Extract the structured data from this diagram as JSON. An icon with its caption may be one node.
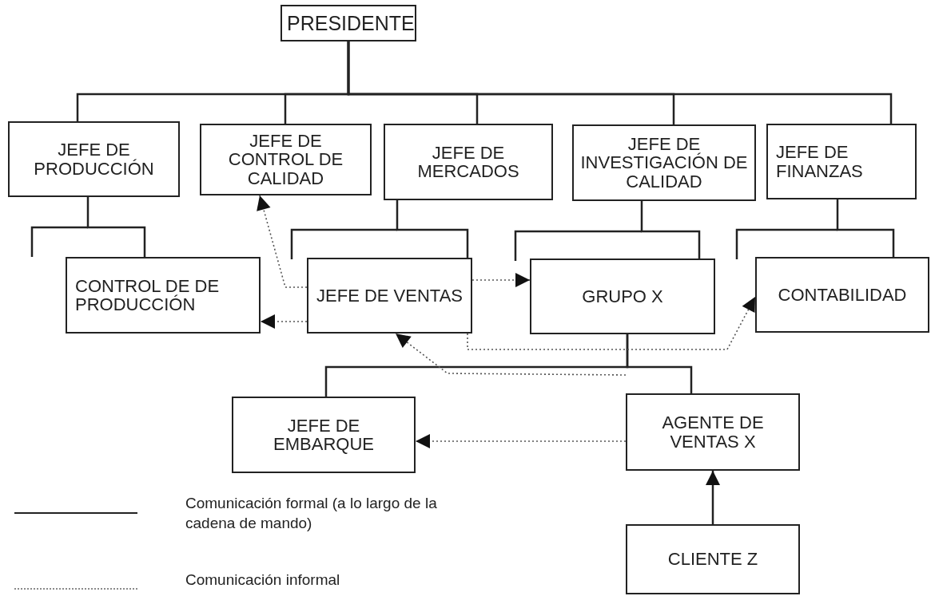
{
  "diagram": {
    "nodes": [
      {
        "text": [
          "PRESIDENTE"
        ]
      },
      {
        "text": [
          "JEFE DE PRODUCCIÓN"
        ]
      },
      {
        "text": [
          "JEFE DE CONTROL DE CALIDAD"
        ]
      },
      {
        "text": [
          "JEFE DE MERCADOS"
        ]
      },
      {
        "text": [
          "JEFE DE INVESTIGACIÓN DE CALIDAD"
        ]
      },
      {
        "text": [
          "JEFE DE FINANZAS"
        ]
      },
      {
        "text": [
          "CONTROL DE DE PRODUCCIÓN"
        ]
      },
      {
        "text": [
          "JEFE DE VENTAS"
        ]
      },
      {
        "text": [
          "GRUPO X"
        ]
      },
      {
        "text": [
          "CONTABILIDAD"
        ]
      },
      {
        "text": [
          "JEFE DE EMBARQUE"
        ]
      },
      {
        "text": [
          "AGENTE DE VENTAS X"
        ]
      },
      {
        "text": [
          "CLIENTE Z"
        ]
      }
    ],
    "edges": [
      {
        "from": 0,
        "to": 1,
        "arrow": "none"
      },
      {
        "from": 0,
        "to": 2,
        "arrow": "none"
      },
      {
        "from": 0,
        "to": 3,
        "arrow": "none"
      },
      {
        "from": 0,
        "to": 4,
        "arrow": "none"
      },
      {
        "from": 0,
        "to": 5,
        "arrow": "none"
      },
      {
        "from": 1,
        "to": 6,
        "arrow": "none"
      },
      {
        "from": 3,
        "to": 7,
        "arrow": "none"
      },
      {
        "from": 4,
        "to": 8,
        "arrow": "none"
      },
      {
        "from": 5,
        "to": 9,
        "arrow": "none"
      },
      {
        "from": 8,
        "to": 10,
        "arrow": "none"
      },
      {
        "from": 8,
        "to": 11,
        "arrow": "none"
      },
      {
        "from": 12,
        "to": 11,
        "arrow": "to"
      },
      {
        "from": 7,
        "to": 2,
        "arrow": "to",
        "style": "dashed"
      },
      {
        "from": 7,
        "to": 6,
        "arrow": "to",
        "style": "dashed"
      },
      {
        "from": 7,
        "to": 8,
        "arrow": "to",
        "style": "dashed"
      },
      {
        "from": 7,
        "to": 9,
        "arrow": "to",
        "style": "dashed"
      },
      {
        "from": 11,
        "to": 7,
        "arrow": "to",
        "style": "dashed"
      },
      {
        "from": 11,
        "to": 10,
        "arrow": "to",
        "style": "dashed"
      }
    ],
    "legend": [
      {
        "text": "Comunicación formal (a lo largo de la cadena de mando)"
      },
      {
        "text": "Comunicación informal"
      }
    ]
  }
}
